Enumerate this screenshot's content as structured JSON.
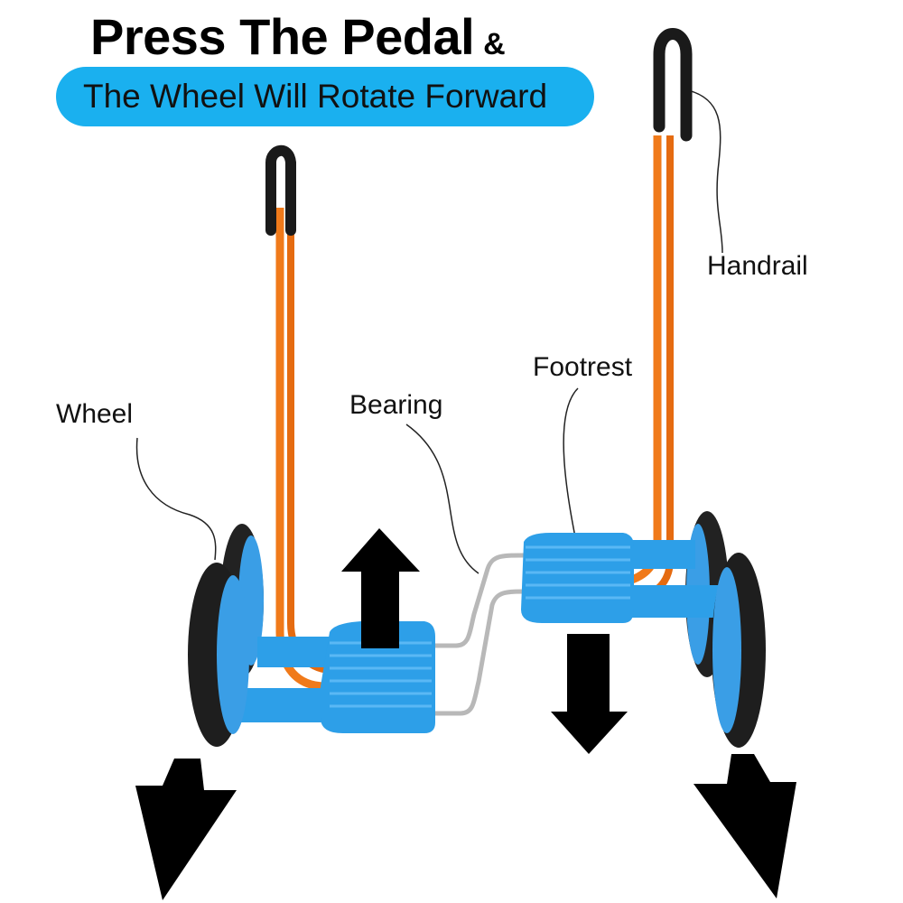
{
  "header": {
    "title": "Press The Pedal",
    "ampersand": "&",
    "subtitle": "The Wheel Will Rotate Forward"
  },
  "labels": {
    "handrail": "Handrail",
    "footrest": "Footrest",
    "bearing": "Bearing",
    "wheel": "Wheel"
  },
  "colors": {
    "banner": "#1ab0ef",
    "frame": "#f07a1a",
    "plastic": "#2d9fe8",
    "tire": "#1e1e1e",
    "arrow": "#000000"
  }
}
